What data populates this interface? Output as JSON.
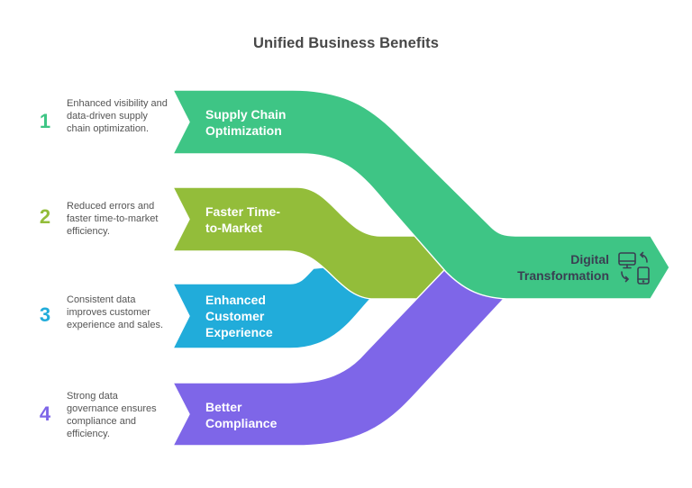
{
  "title": "Unified Business Benefits",
  "colors": {
    "supply": "#3ec585",
    "market": "#93bd3a",
    "customer": "#21acda",
    "compliance": "#7e66e8",
    "output_text": "#3a3f52"
  },
  "benefits": [
    {
      "number": "1",
      "label": "Supply Chain\nOptimization",
      "description": "Enhanced visibility and data-driven supply chain optimization."
    },
    {
      "number": "2",
      "label": "Faster Time-\nto-Market",
      "description": "Reduced errors and faster time-to-market efficiency."
    },
    {
      "number": "3",
      "label": "Enhanced\nCustomer\nExperience",
      "description": "Consistent data improves customer experience and sales."
    },
    {
      "number": "4",
      "label": "Better\nCompliance",
      "description": "Strong data governance ensures compliance and efficiency."
    }
  ],
  "output": {
    "label": "Digital\nTransformation",
    "icon": "device-sync-icon"
  }
}
